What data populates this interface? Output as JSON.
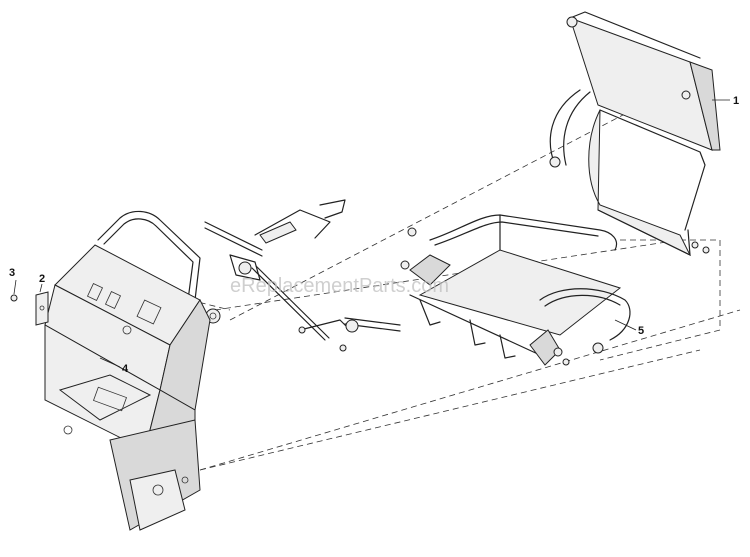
{
  "watermark": "eReplacementParts.com",
  "callouts": {
    "c1": "1",
    "c2": "2",
    "c3": "3",
    "c4": "4",
    "c5": "5"
  }
}
